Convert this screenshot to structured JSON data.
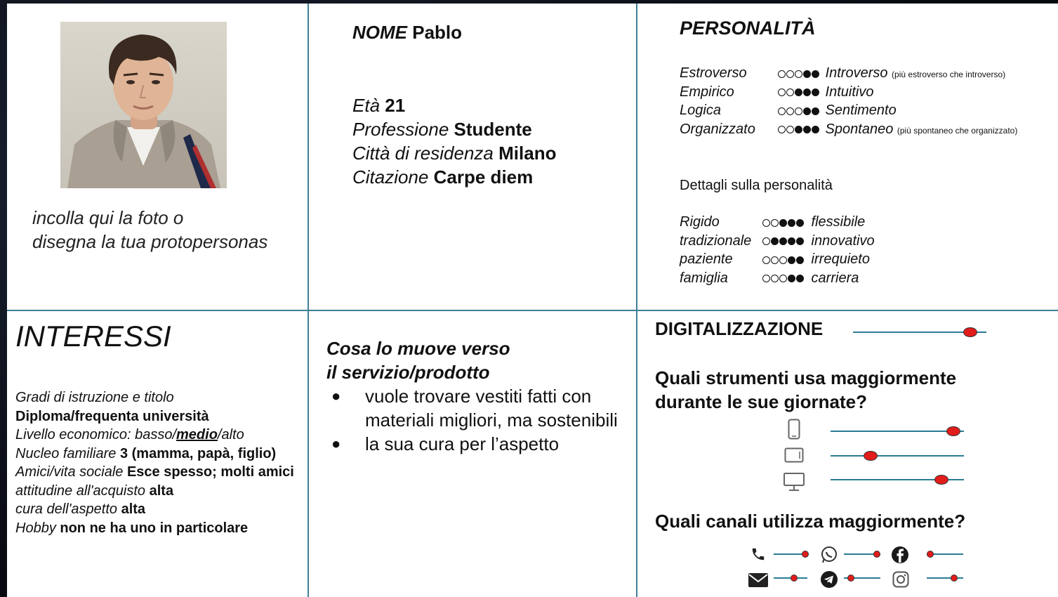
{
  "photo": {
    "caption_line1": "incolla qui la foto o",
    "caption_line2": "disegna la tua protopersonas"
  },
  "identity": {
    "name_label": "NOME",
    "name_value": "Pablo",
    "age_label": "Età",
    "age_value": "21",
    "job_label": "Professione",
    "job_value": "Studente",
    "city_label": "Città di residenza",
    "city_value": "Milano",
    "quote_label": "Citazione",
    "quote_value": "Carpe diem"
  },
  "personality": {
    "title": "PERSONALITÀ",
    "traits": [
      {
        "left": "Estroverso",
        "right": "Introverso",
        "note": "(più estroverso che introverso)",
        "filled": 2,
        "empty": 3
      },
      {
        "left": "Empirico",
        "right": "Intuitivo",
        "note": "",
        "filled": 3,
        "empty": 2
      },
      {
        "left": "Logica",
        "right": "Sentimento",
        "note": "",
        "filled": 2,
        "empty": 3
      },
      {
        "left": "Organizzato",
        "right": "Spontaneo",
        "note": "(più spontaneo che organizzato)",
        "filled": 3,
        "empty": 2
      }
    ],
    "details_title": "Dettagli sulla personalità",
    "details": [
      {
        "left": "Rigido",
        "right": "flessibile",
        "filled": 3,
        "empty": 2
      },
      {
        "left": "tradizionale",
        "right": "innovativo",
        "filled": 4,
        "empty": 1
      },
      {
        "left": "paziente",
        "right": "irrequieto",
        "filled": 2,
        "empty": 3
      },
      {
        "left": "famiglia",
        "right": "carriera",
        "filled": 2,
        "empty": 3
      }
    ]
  },
  "interests": {
    "title": "INTERESSI",
    "education_label": "Gradi di istruzione e titolo",
    "education_value": "Diploma/frequenta università",
    "economic_label": "Livello economico: basso/",
    "economic_selected": "medio",
    "economic_after": "/alto",
    "family_label": "Nucleo familiare",
    "family_value": "3 (mamma, papà, figlio)",
    "social_label": "Amici/vita sociale",
    "social_value": "Esce spesso; molti amici",
    "shopping_label": "attitudine all'acquisto",
    "shopping_value": "alta",
    "care_label": "cura dell'aspetto",
    "care_value": "alta",
    "hobby_label": "Hobby",
    "hobby_value": "non ne ha uno in particolare"
  },
  "motivation": {
    "title_line1": "Cosa lo muove verso",
    "title_line2": "il servizio/prodotto",
    "items": [
      "vuole trovare vestiti fatti con materiali migliori, ma sostenibili",
      "la sua cura per l’aspetto"
    ]
  },
  "digital": {
    "title": "DIGITALIZZAZIONE",
    "level": 0.88,
    "devices_question_line1": "Quali strumenti usa maggiormente",
    "devices_question_line2": "durante le sue giornate?",
    "devices": [
      {
        "icon": "smartphone-icon",
        "level": 0.92
      },
      {
        "icon": "tablet-icon",
        "level": 0.3
      },
      {
        "icon": "desktop-icon",
        "level": 0.83
      }
    ],
    "channels_question": "Quali canali utilizza maggiormente?",
    "channels": [
      {
        "icon": "phone-icon",
        "level": 0.9
      },
      {
        "icon": "whatsapp-icon",
        "level": 0.9
      },
      {
        "icon": "facebook-icon",
        "level": 0.1
      },
      {
        "icon": "email-icon",
        "level": 0.6
      },
      {
        "icon": "telegram-icon",
        "level": 0.2
      },
      {
        "icon": "instagram-icon",
        "level": 0.75
      }
    ],
    "knob_color": "#e21b1b",
    "line_color": "#2a7c93"
  }
}
